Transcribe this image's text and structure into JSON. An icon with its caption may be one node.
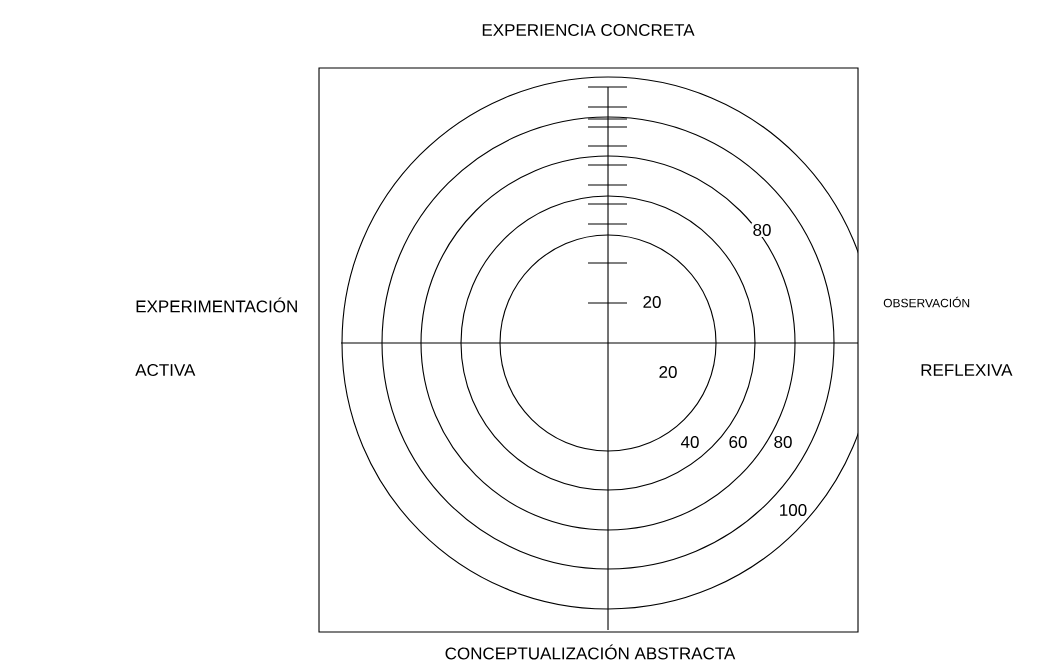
{
  "diagram": {
    "labels": [
      "EXPERIENCIA CONCRETA",
      "80",
      "EXPERIMENTACIÓN",
      "20",
      "OBSERVACIÓN",
      "ACTIVA",
      "20",
      "REFLEXIVA",
      "40",
      "60",
      "80",
      "100",
      "CONCEPTUALIZACIÓN ABSTRACTA"
    ]
  }
}
